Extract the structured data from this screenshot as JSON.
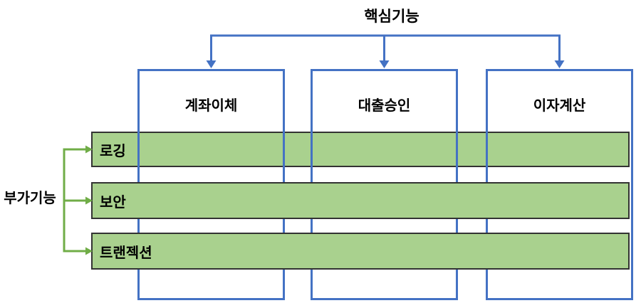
{
  "diagram": {
    "title": "핵심기능",
    "side_label": "부가기능",
    "core_modules": [
      {
        "label": "계좌이체"
      },
      {
        "label": "대출승인"
      },
      {
        "label": "이자계산"
      }
    ],
    "aspects": [
      {
        "label": "로깅"
      },
      {
        "label": "보안"
      },
      {
        "label": "트랜젝션"
      }
    ],
    "colors": {
      "blue": "#4472C4",
      "green_line": "#70AD47",
      "green_fill": "#A9D18E",
      "bar_border": "#333333",
      "text": "#000000",
      "bg": "#FFFFFF"
    }
  }
}
